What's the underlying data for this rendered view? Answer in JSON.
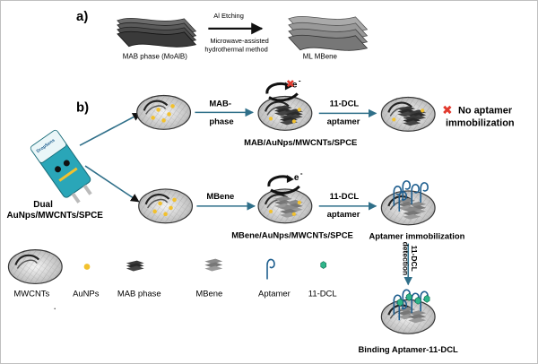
{
  "panel_a": {
    "label": "a)",
    "left_caption": "MAB phase (MoAlB)",
    "right_caption": "ML MBene",
    "process_line1": "Al Etching",
    "process_line2": "Microwave-assisted",
    "process_line3": "hydrothermal method"
  },
  "panel_b": {
    "label": "b)",
    "dual_line1": "Dual",
    "dual_line2": "AuNps/MWCNTs/SPCE",
    "top_arrow1_line1": "MAB-",
    "top_arrow1_line2": "phase",
    "top_electron": "e",
    "top_electron_sup": "-",
    "top_arrow2_line1": "11-DCL",
    "top_arrow2_line2": "aptamer",
    "top_caption": "MAB/AuNps/MWCNTs/SPCE",
    "no_apt_line1": "No aptamer",
    "no_apt_line2": "immobilization",
    "bot_arrow1": "MBene",
    "bot_electron": "e",
    "bot_electron_sup": "-",
    "bot_arrow2_line1": "11-DCL",
    "bot_arrow2_line2": "aptamer",
    "bot_caption": "MBene/AuNps/MWCNTs/SPCE",
    "apt_imm_caption": "Aptamer immobilization",
    "detect_line1": "11-DCL",
    "detect_line2": "detection",
    "binding_caption": "Binding Aptamer-11-DCL"
  },
  "legend": {
    "mwcnts": "MWCNTs",
    "aunps": "AuNPs",
    "mab": "MAB phase",
    "mbene": "MBene",
    "aptamer": "Aptamer",
    "dcl": "11-DCL"
  },
  "colors": {
    "arrow": "#2f6f89",
    "gold": "#f2c12e",
    "teal": "#2aa6b8",
    "aptamer": "#1f5f8f",
    "green": "#2fb58a",
    "red": "#e23a2e",
    "sheet": "#3a3a3a"
  }
}
